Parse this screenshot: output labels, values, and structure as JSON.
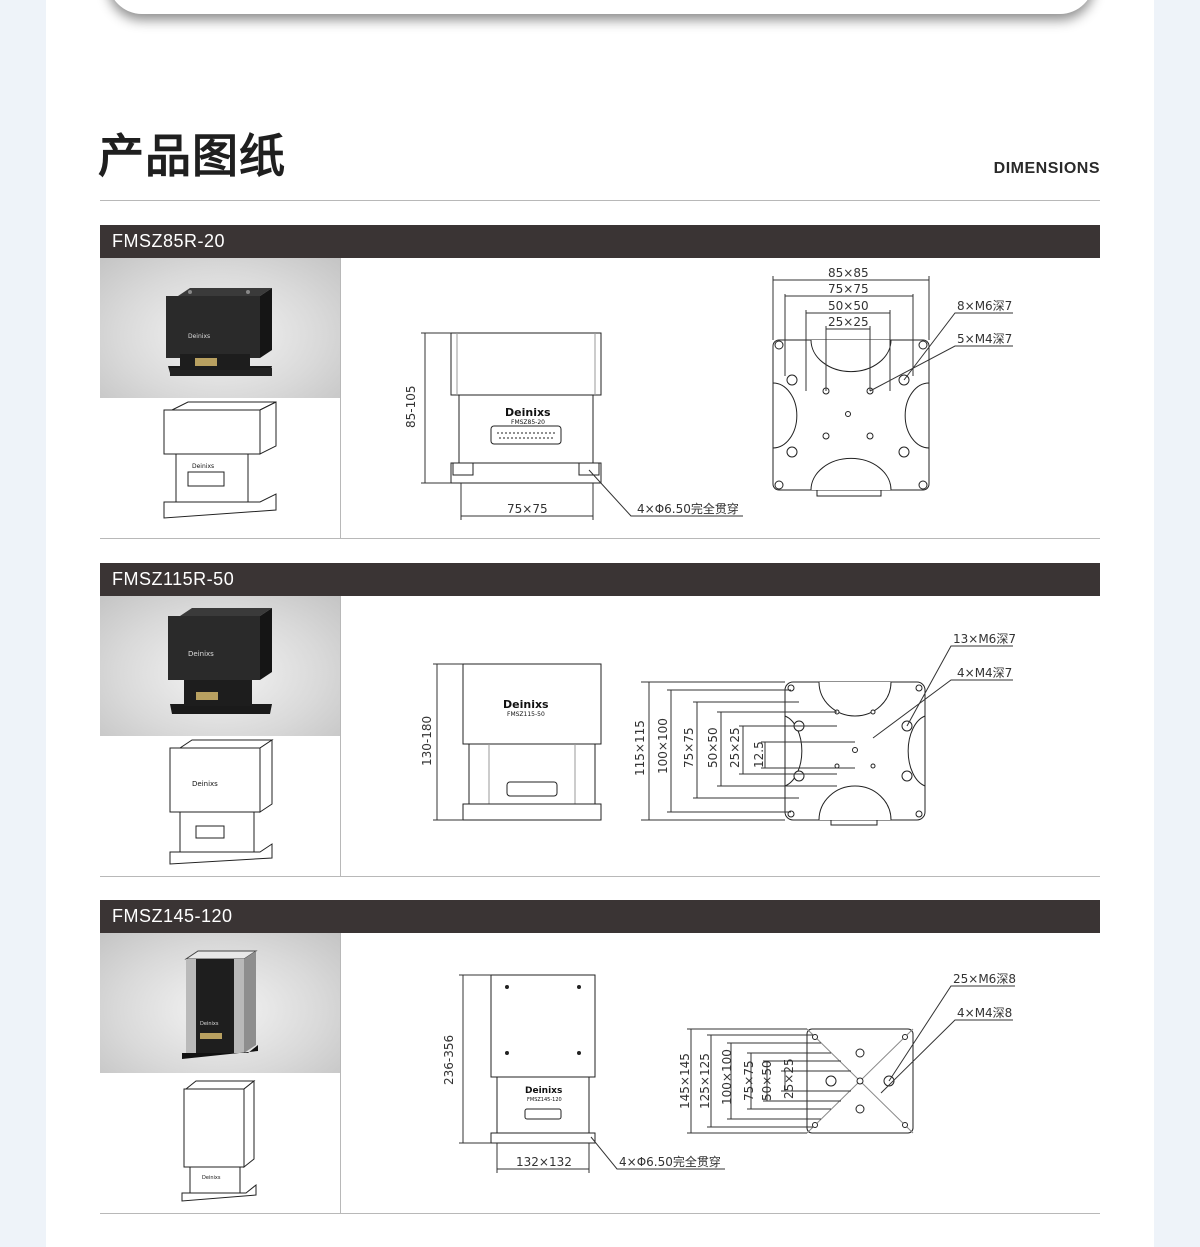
{
  "header": {
    "title": "产品图纸",
    "subtitle": "DIMENSIONS"
  },
  "sections": [
    {
      "model": "FMSZ85R-20",
      "brand": "Deinixs",
      "plate_text": "FMSZ85-20",
      "side_view": {
        "height_label": "85-105",
        "bottom_label": "75×75",
        "hole_note": "4×Φ6.50完全贯穿"
      },
      "top_view": {
        "dims": [
          "85×85",
          "75×75",
          "50×50",
          "25×25"
        ],
        "notes": [
          "8×M6深7",
          "5×M4深7"
        ]
      }
    },
    {
      "model": "FMSZ115R-50",
      "brand": "Deinixs",
      "plate_text": "FMSZ115-50",
      "side_view": {
        "height_label": "130-180"
      },
      "top_view": {
        "dims": [
          "115×115",
          "100×100",
          "75×75",
          "50×50",
          "25×25",
          "12.5"
        ],
        "notes": [
          "13×M6深7",
          "4×M4深7"
        ]
      }
    },
    {
      "model": "FMSZ145-120",
      "brand": "Deinixs",
      "plate_text": "FMSZ145-120",
      "side_view": {
        "height_label": "236-356",
        "bottom_label": "132×132",
        "hole_note": "4×Φ6.50完全贯穿"
      },
      "top_view": {
        "dims": [
          "145×145",
          "125×125",
          "100×100",
          "75×75",
          "50×50",
          "25×25"
        ],
        "notes": [
          "25×M6深8",
          "4×M4深8"
        ]
      }
    }
  ]
}
